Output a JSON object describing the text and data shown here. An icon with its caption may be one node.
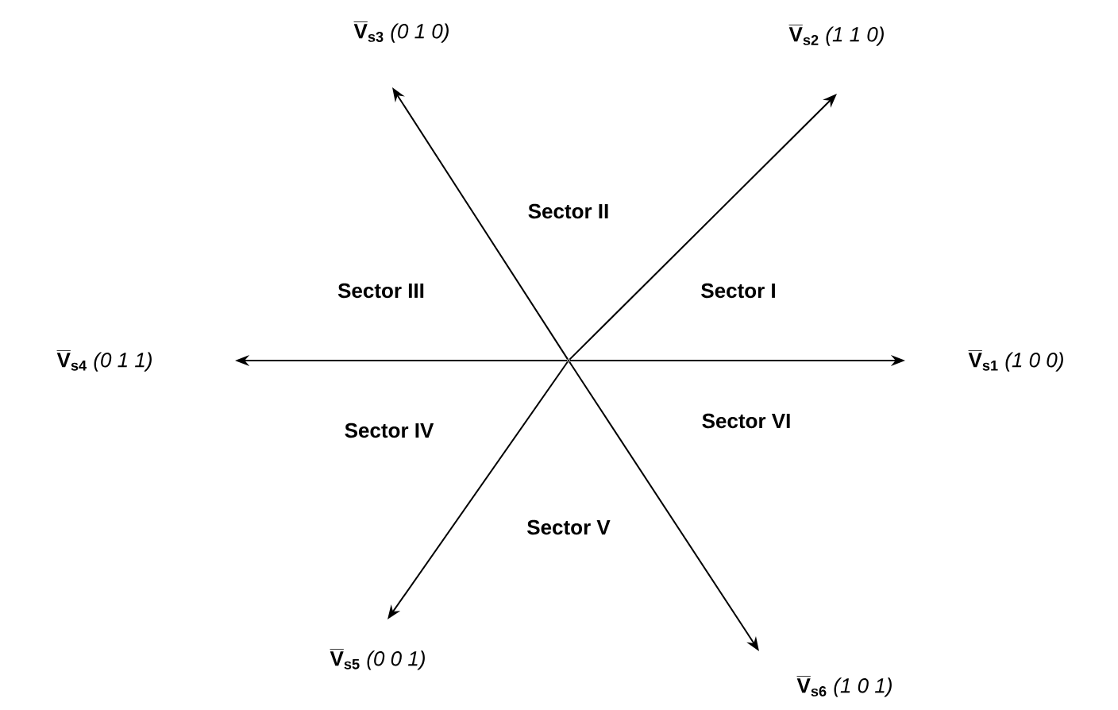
{
  "diagram": {
    "nodes": [
      {
        "text": [],
        "shape": "point"
      },
      {
        "text": [
          "\\overline{\\mathbf{V}}_{\\mathbf{s1}}",
          "(1 0 0)"
        ]
      },
      {
        "text": [
          "\\overline{\\mathbf{V}}_{\\mathbf{s2}}",
          "(1 1 0)"
        ]
      },
      {
        "text": [
          "\\overline{\\mathbf{V}}_{\\mathbf{s3}}",
          "(0 1 0)"
        ]
      },
      {
        "text": [
          "\\overline{\\mathbf{V}}_{\\mathbf{s4}}",
          "(0 1 1)"
        ]
      },
      {
        "text": [
          "\\overline{\\mathbf{V}}_{\\mathbf{s5}}",
          "(0 0 1)"
        ]
      },
      {
        "text": [
          "\\overline{\\mathbf{V}}_{\\mathbf{s6}}",
          "(1 0 1)"
        ]
      }
    ],
    "edges": [
      {
        "from": 0,
        "to": 1,
        "arrow": "to"
      },
      {
        "from": 0,
        "to": 2,
        "arrow": "to"
      },
      {
        "from": 0,
        "to": 3,
        "arrow": "to"
      },
      {
        "from": 0,
        "to": 4,
        "arrow": "to"
      },
      {
        "from": 0,
        "to": 5,
        "arrow": "to"
      },
      {
        "from": 0,
        "to": 6,
        "arrow": "to"
      }
    ],
    "labels": [
      "Sector II",
      "Sector III",
      "Sector I",
      "Sector IV",
      "Sector VI",
      "Sector V"
    ]
  }
}
